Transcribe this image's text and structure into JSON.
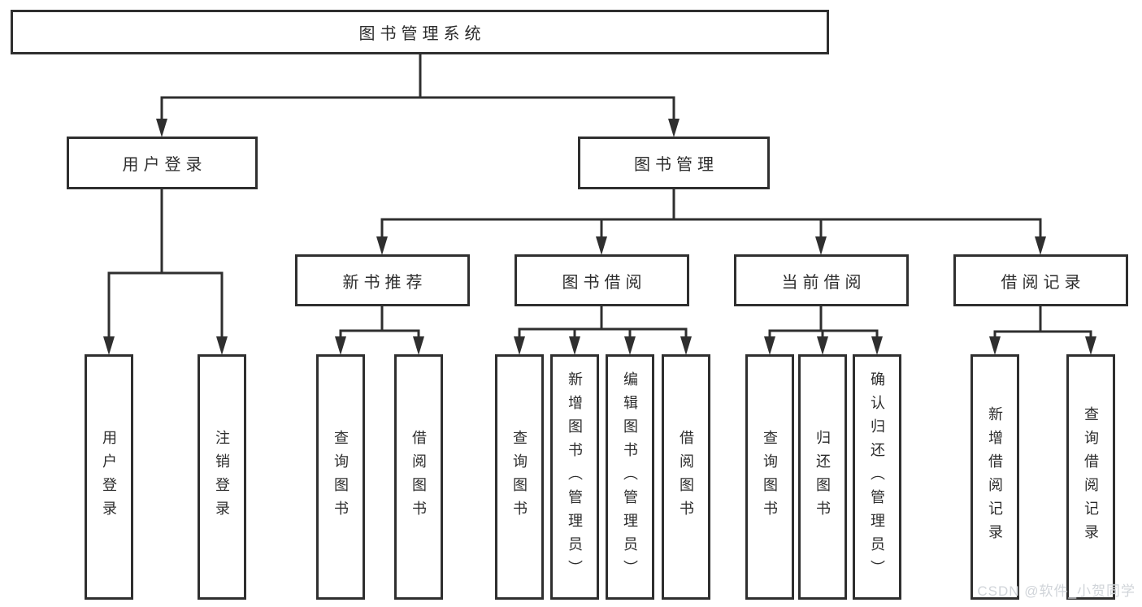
{
  "colors": {
    "line": "#2f2f2f",
    "text": "#2d2d2d",
    "background": "#ffffff",
    "watermark": "#ced2d7"
  },
  "diagram": {
    "root": {
      "label": "图书管理系统"
    },
    "level1": [
      {
        "label": "用户登录"
      },
      {
        "label": "图书管理"
      }
    ],
    "level2": [
      {
        "label": "新书推荐"
      },
      {
        "label": "图书借阅"
      },
      {
        "label": "当前借阅"
      },
      {
        "label": "借阅记录"
      }
    ],
    "leaves": {
      "user": [
        {
          "label": "用户登录"
        },
        {
          "label": "注销登录"
        }
      ],
      "recommend": [
        {
          "label": "查询图书"
        },
        {
          "label": "借阅图书"
        }
      ],
      "borrow": [
        {
          "label": "查询图书"
        },
        {
          "label": "新增图书（管理员）"
        },
        {
          "label": "编辑图书（管理员）"
        },
        {
          "label": "借阅图书"
        }
      ],
      "current": [
        {
          "label": "查询图书"
        },
        {
          "label": "归还图书"
        },
        {
          "label": "确认归还（管理员）"
        }
      ],
      "records": [
        {
          "label": "新增借阅记录"
        },
        {
          "label": "查询借阅记录"
        }
      ]
    }
  },
  "watermark": {
    "text": "CSDN @软件_小贺同学"
  }
}
